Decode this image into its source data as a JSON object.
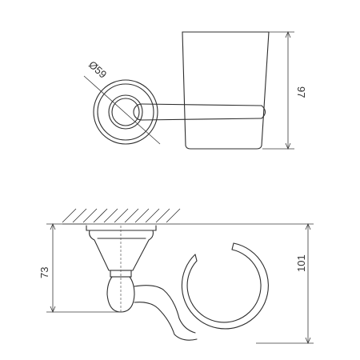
{
  "dimensions": {
    "diameter_label": "Ø59",
    "top_height_label": "97",
    "side_height_label": "73",
    "total_height_label": "101"
  }
}
